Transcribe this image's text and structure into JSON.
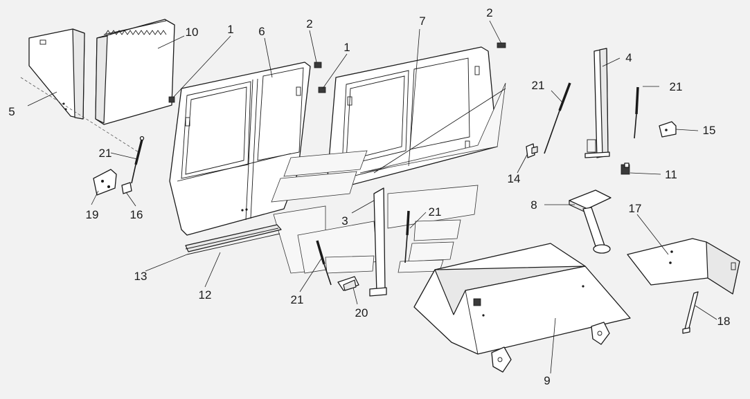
{
  "callouts": [
    {
      "id": "c1a",
      "text": "1"
    },
    {
      "id": "c1b",
      "text": "1"
    },
    {
      "id": "c2a",
      "text": "2"
    },
    {
      "id": "c2b",
      "text": "2"
    },
    {
      "id": "c3",
      "text": "3"
    },
    {
      "id": "c4",
      "text": "4"
    },
    {
      "id": "c5",
      "text": "5"
    },
    {
      "id": "c6",
      "text": "6"
    },
    {
      "id": "c7",
      "text": "7"
    },
    {
      "id": "c8",
      "text": "8"
    },
    {
      "id": "c9",
      "text": "9"
    },
    {
      "id": "c10",
      "text": "10"
    },
    {
      "id": "c11",
      "text": "11"
    },
    {
      "id": "c12",
      "text": "12"
    },
    {
      "id": "c13",
      "text": "13"
    },
    {
      "id": "c14",
      "text": "14"
    },
    {
      "id": "c15",
      "text": "15"
    },
    {
      "id": "c16",
      "text": "16"
    },
    {
      "id": "c17",
      "text": "17"
    },
    {
      "id": "c18",
      "text": "18"
    },
    {
      "id": "c19",
      "text": "19"
    },
    {
      "id": "c20",
      "text": "20"
    },
    {
      "id": "c21a",
      "text": "21"
    },
    {
      "id": "c21b",
      "text": "21"
    },
    {
      "id": "c21c",
      "text": "21"
    },
    {
      "id": "c21d",
      "text": "21"
    },
    {
      "id": "c21e",
      "text": "21"
    }
  ],
  "colors": {
    "background": "#f2f2f2",
    "line": "#1a1a1a",
    "part_fill": "#ffffff"
  }
}
